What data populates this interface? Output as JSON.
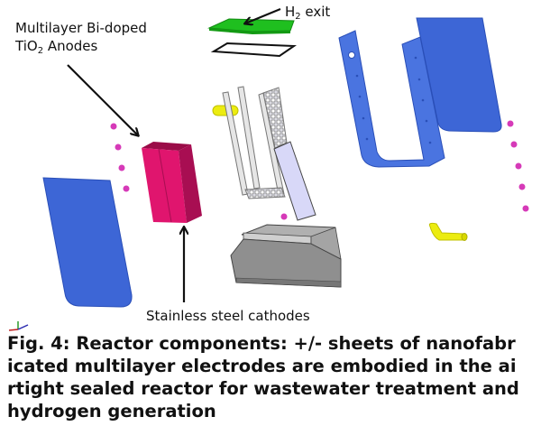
{
  "figure": {
    "labels": {
      "anodes_line1": "Multilayer Bi-doped",
      "anodes_line2_prefix": "TiO",
      "anodes_line2_sub": "2",
      "anodes_line2_suffix": " Anodes",
      "h2_prefix": "H",
      "h2_sub": "2",
      "h2_suffix": " exit",
      "cathodes": "Stainless steel cathodes"
    },
    "caption_lines": [
      "Fig. 4: Reactor components: +/- sheets of nanofabr",
      "icated multilayer electrodes are embodied in the ai",
      "rtight sealed reactor for wastewater treatment and",
      "hydrogen generation"
    ],
    "colors": {
      "blue_plate": "#3d66d6",
      "blue_plate_edge": "#2a4fb8",
      "magenta_anode": "#e0156e",
      "magenta_anode_dark": "#a80e52",
      "green_lid": "#1fbf1f",
      "yellow_pipe": "#ecec10",
      "bolt_pink": "#d63ab8",
      "gray_base": "#9a9a9a",
      "lavender_sheet": "#d8d8f8"
    }
  }
}
